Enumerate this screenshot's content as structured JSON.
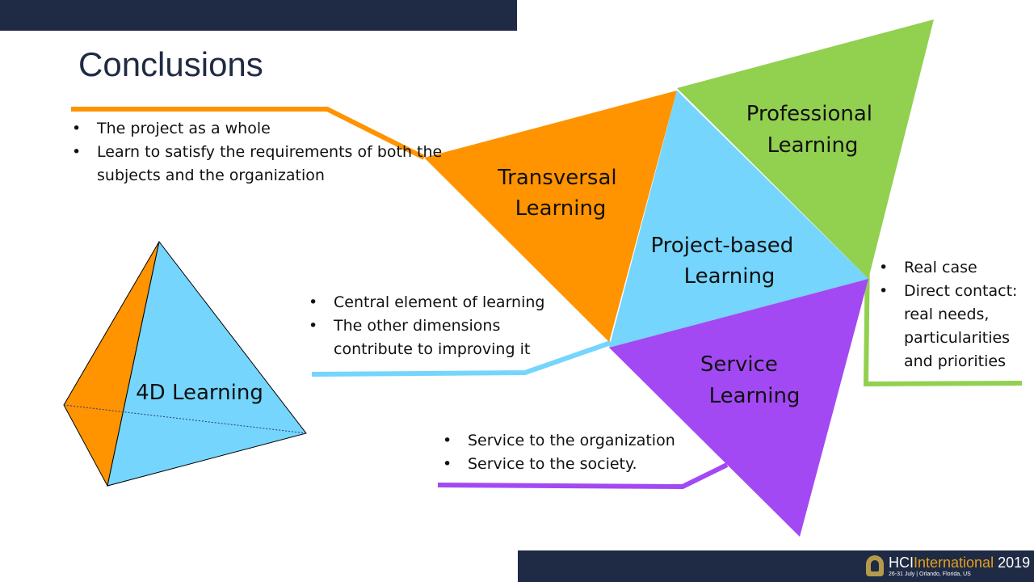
{
  "slide": {
    "title": "Conclusions"
  },
  "diagram": {
    "triangles": [
      {
        "id": "transversal",
        "lines": [
          "Transversal",
          "Learning"
        ],
        "color": "#ff9300"
      },
      {
        "id": "professional",
        "lines": [
          "Professional",
          "Learning"
        ],
        "color": "#92d050"
      },
      {
        "id": "project",
        "lines": [
          "Project-based",
          "Learning"
        ],
        "color": "#75d5fd"
      },
      {
        "id": "service",
        "lines": [
          "Service",
          "Learning"
        ],
        "color": "#a349f4"
      }
    ],
    "tetrahedron_label": "4D Learning"
  },
  "bullets": {
    "transversal": [
      "The project as a whole",
      "Learn to satisfy the requirements of both the subjects  and the organization"
    ],
    "project": [
      "Central element of learning",
      "The other dimensions contribute to improving it"
    ],
    "service": [
      "Service to the organization",
      "Service to the society."
    ],
    "professional": [
      "Real case",
      "Direct contact: real needs, particularities and priorities"
    ]
  },
  "footer": {
    "logo_hci": "HCI",
    "logo_international": "International",
    "logo_year": " 2019",
    "logo_subtitle": "26-31 July | Orlando, Florida, US",
    "icon": "hci-head-logo-icon"
  }
}
